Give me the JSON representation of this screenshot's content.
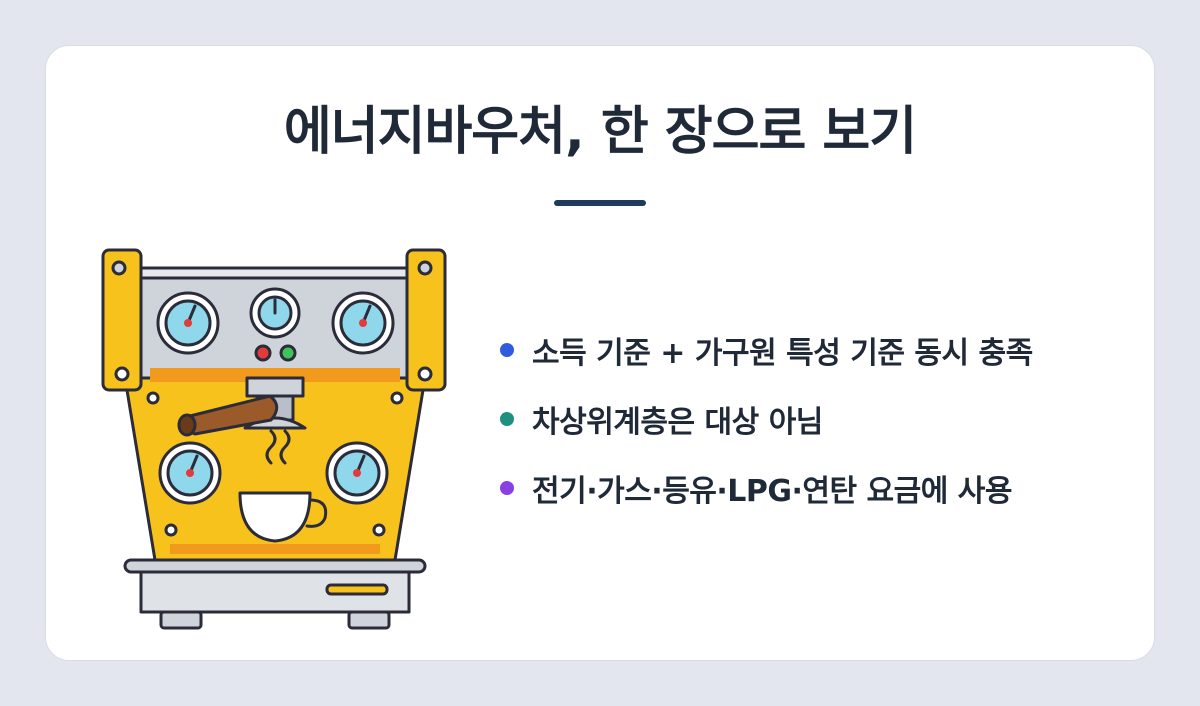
{
  "title": "에너지바우처, 한 장으로 보기",
  "accent_color": "#1e3a5f",
  "illustration": {
    "icon": "espresso-machine-icon"
  },
  "bullets": [
    {
      "text": "소득 기준 + 가구원 특성 기준 동시 충족",
      "color": "#2f5bdc"
    },
    {
      "text": "차상위계층은 대상 아님",
      "color": "#1e8f80"
    },
    {
      "text": "전기·가스·등유·LPG·연탄 요금에 사용",
      "color": "#8a3fe0"
    }
  ]
}
